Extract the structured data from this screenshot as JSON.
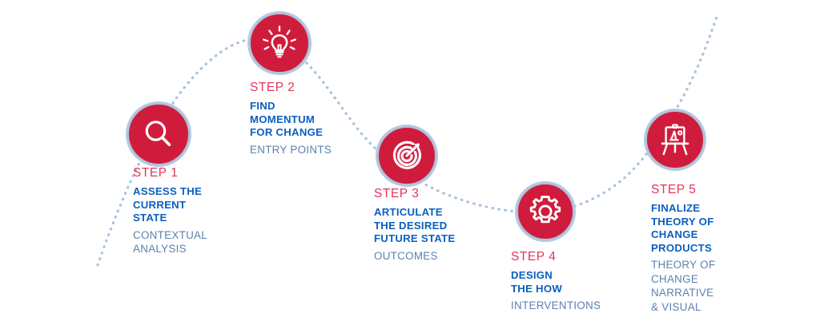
{
  "diagram": {
    "title": "Theory of Change Five Step Process",
    "colors": {
      "badge_fill": "#D01C3C",
      "badge_ring": "#AFC8E2",
      "step_label": "#E2365A",
      "headline": "#0B5FC0",
      "subtitle": "#5C81AE",
      "curve": "#A8C2DE",
      "background": "#FFFFFF"
    },
    "connector": {
      "style": "dotted",
      "shape": "wave",
      "color": "#A8C2DE"
    },
    "steps": [
      {
        "id": "step-1",
        "label": "STEP 1",
        "headline": "ASSESS THE\nCURRENT\nSTATE",
        "subtitle": "CONTEXTUAL\nANALYSIS",
        "icon": "magnifier-icon"
      },
      {
        "id": "step-2",
        "label": "STEP 2",
        "headline": "FIND\nMOMENTUM\nFOR CHANGE",
        "subtitle": "ENTRY POINTS",
        "icon": "lightbulb-icon"
      },
      {
        "id": "step-3",
        "label": "STEP 3",
        "headline": "ARTICULATE\nTHE DESIRED\nFUTURE STATE",
        "subtitle": "OUTCOMES",
        "icon": "target-arrow-icon"
      },
      {
        "id": "step-4",
        "label": "STEP 4",
        "headline": "DESIGN\nTHE HOW",
        "subtitle": "INTERVENTIONS",
        "icon": "gear-icon"
      },
      {
        "id": "step-5",
        "label": "STEP 5",
        "headline": "FINALIZE\nTHEORY OF\nCHANGE\nPRODUCTS",
        "subtitle": "THEORY OF\nCHANGE\nNARRATIVE\n& VISUAL",
        "icon": "easel-chart-icon"
      }
    ]
  }
}
